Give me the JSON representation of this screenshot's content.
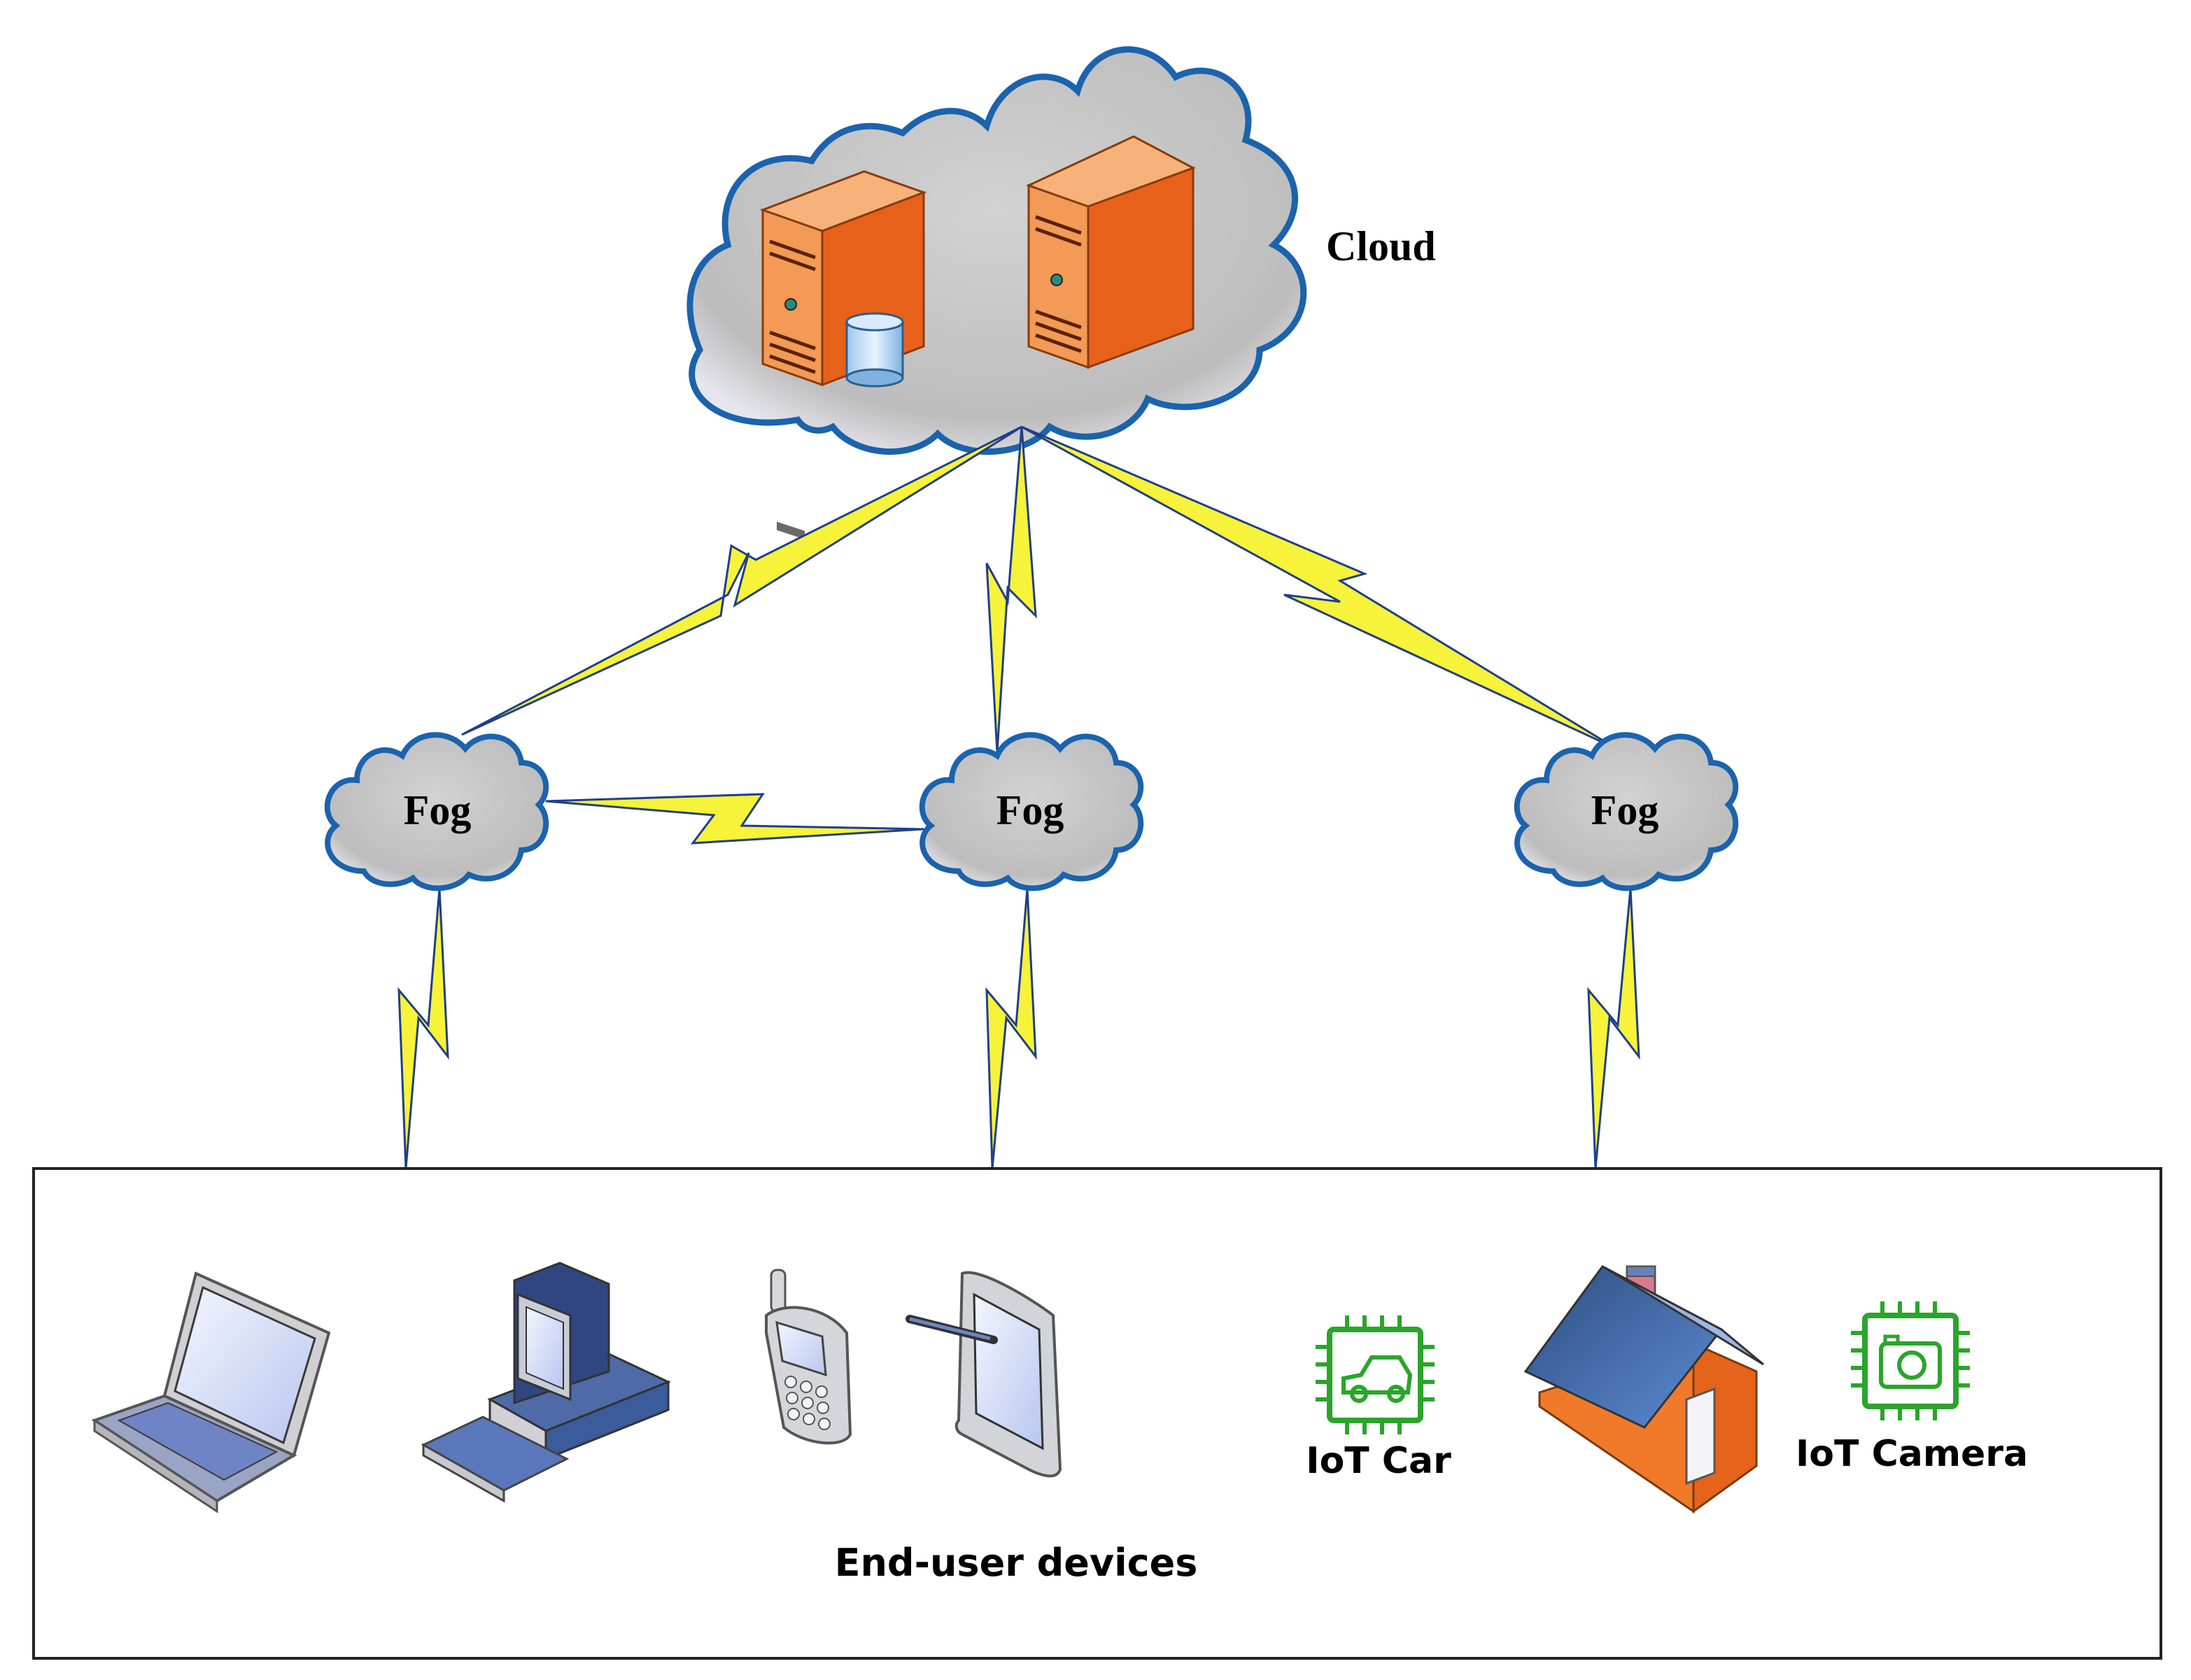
{
  "cloud": {
    "label": "Cloud",
    "icon": "cloud-icon",
    "servers": [
      "server-with-database-icon",
      "server-icon"
    ]
  },
  "fog_nodes": [
    {
      "label": "Fog",
      "icon": "cloud-icon"
    },
    {
      "label": "Fog",
      "icon": "cloud-icon"
    },
    {
      "label": "Fog",
      "icon": "cloud-icon"
    }
  ],
  "links": {
    "icon": "lightning-link-icon",
    "color": "#f7f23a",
    "outline": "#1f3f8a"
  },
  "end_user": {
    "label": "End-user devices",
    "devices": [
      {
        "icon": "laptop-icon"
      },
      {
        "icon": "desktop-computer-icon"
      },
      {
        "icon": "mobile-phone-icon"
      },
      {
        "icon": "tablet-icon"
      },
      {
        "icon": "iot-car-chip-icon",
        "label": "IoT Car"
      },
      {
        "icon": "smart-home-icon"
      },
      {
        "icon": "iot-camera-chip-icon",
        "label": "IoT Camera"
      }
    ]
  },
  "colors": {
    "cloud_fill": "#c4c4c4",
    "cloud_outline": "#1b63ad",
    "server_orange": "#f07a2a",
    "iot_green": "#2aa52a"
  }
}
